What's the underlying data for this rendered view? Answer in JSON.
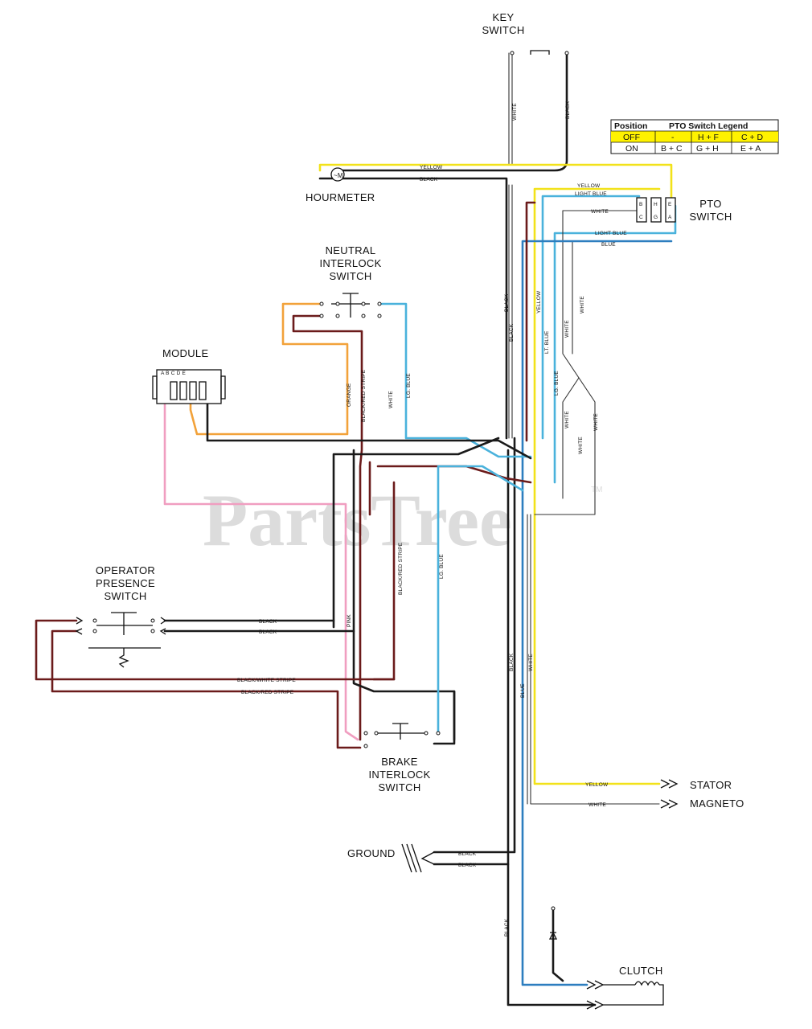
{
  "components": {
    "key_switch": "KEY\nSWITCH",
    "hourmeter": "HOURMETER",
    "pto_switch": "PTO\nSWITCH",
    "neutral_interlock_switch": "NEUTRAL\nINTERLOCK\nSWITCH",
    "module": "MODULE",
    "operator_presence_switch": "OPERATOR\nPRESENCE\nSWITCH",
    "brake_interlock_switch": "BRAKE\nINTERLOCK\nSWITCH",
    "stator": "STATOR",
    "magneto": "MAGNETO",
    "ground": "GROUND",
    "clutch": "CLUTCH"
  },
  "legend": {
    "header": [
      "Position",
      "PTO Switch Legend"
    ],
    "rows": [
      [
        "OFF",
        "-",
        "H + F",
        "C + D"
      ],
      [
        "ON",
        "B + C",
        "G + H",
        "E + A"
      ]
    ],
    "highlight_color": "#fff200"
  },
  "wire_labels": {
    "white": "WHITE",
    "black": "BLACK",
    "yellow": "YELLOW",
    "light_blue": "LIGHT BLUE",
    "blue": "BLUE",
    "orange": "ORANGE",
    "pink": "PINK",
    "black_red_stripe": "BLACK/RED STRIPE",
    "black_white_stripe": "BLACK/WHITE STRIPE",
    "lt_blue": "LT. BLUE",
    "lg_blue": "LG. BLUE"
  },
  "module_pins": "A B C D E",
  "pto_pins": [
    [
      "B",
      "H",
      "E"
    ],
    [
      "C",
      "G",
      "A"
    ]
  ],
  "watermark": "PartsTree",
  "trademark": "TM",
  "wire_colors": {
    "black": "#1a1a1a",
    "yellow": "#f2e21a",
    "light_blue": "#4ab2dc",
    "blue": "#2d7ebf",
    "white": "#333333",
    "orange": "#f2a23a",
    "pink": "#f09ec0",
    "black_red_stripe": "#6b1b1b"
  }
}
